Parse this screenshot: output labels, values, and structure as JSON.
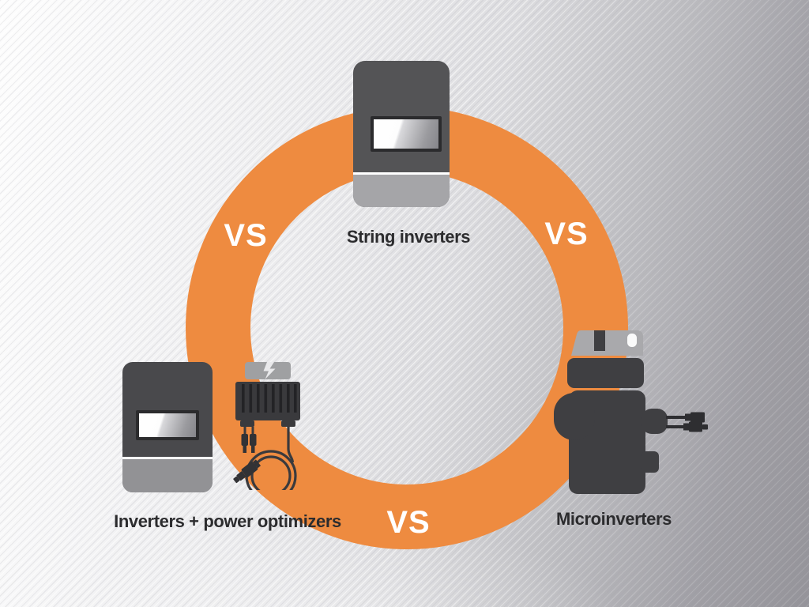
{
  "diagram": {
    "type": "comparison-ring",
    "vs_left": "VS",
    "vs_right": "VS",
    "vs_bottom": "VS",
    "options": [
      {
        "position": "top",
        "label": "String inverters"
      },
      {
        "position": "left",
        "label": "Inverters + power optimizers"
      },
      {
        "position": "right",
        "label": "Microinverters"
      }
    ],
    "colors": {
      "ring": "#EE8B40",
      "device_dark": "#4A4A4D",
      "device_gray": "#A2A2A5",
      "label_text": "#2C2C2E",
      "vs_text": "#FFFFFF"
    }
  }
}
